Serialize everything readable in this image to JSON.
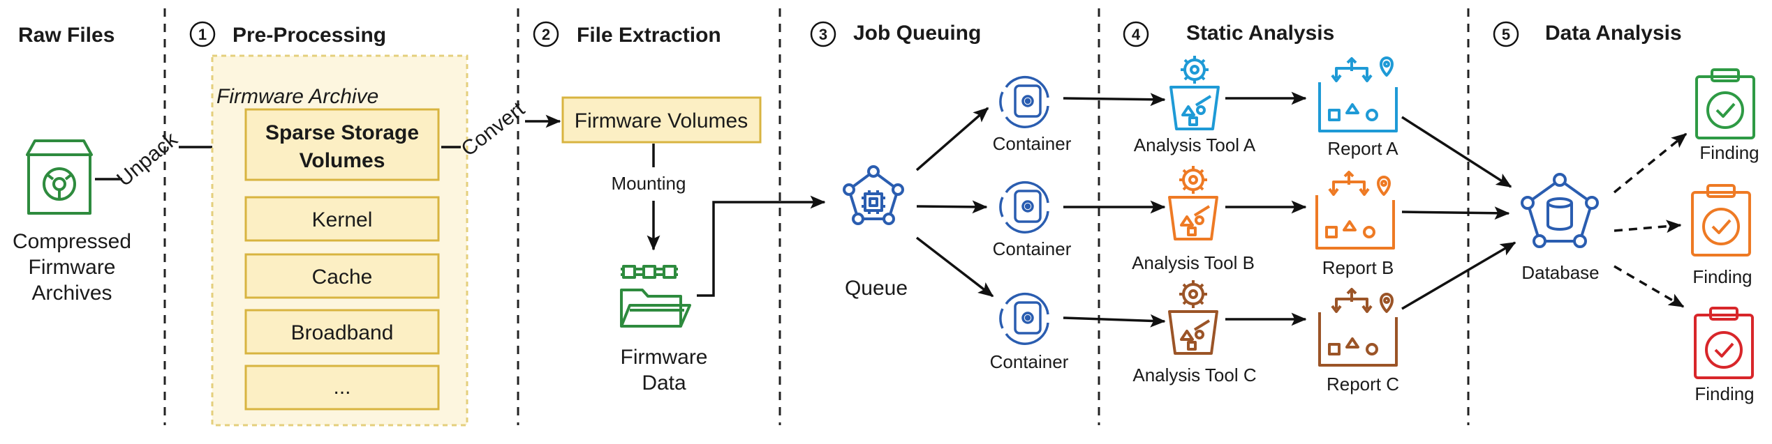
{
  "stages": [
    {
      "num": "",
      "title": "Raw Files"
    },
    {
      "num": "1",
      "title": "Pre-Processing"
    },
    {
      "num": "2",
      "title": "File Extraction"
    },
    {
      "num": "3",
      "title": "Job Queuing"
    },
    {
      "num": "4",
      "title": "Static Analysis"
    },
    {
      "num": "5",
      "title": "Data Analysis"
    }
  ],
  "raw": {
    "label_lines": [
      "Compressed",
      "Firmware",
      "Archives"
    ]
  },
  "edges": {
    "unpack": "Unpack",
    "convert": "Convert",
    "mounting": "Mounting"
  },
  "archive": {
    "title": "Firmware Archive",
    "header_lines": [
      "Sparse Storage",
      "Volumes"
    ],
    "items": [
      "Kernel",
      "Cache",
      "Broadband",
      "..."
    ]
  },
  "extraction": {
    "volumes": "Firmware Volumes",
    "data_lines": [
      "Firmware",
      "Data"
    ]
  },
  "queue": {
    "label": "Queue"
  },
  "containers": [
    "Container",
    "Container",
    "Container"
  ],
  "tools": [
    "Analysis Tool A",
    "Analysis Tool B",
    "Analysis Tool C"
  ],
  "reports": [
    "Report A",
    "Report B",
    "Report C"
  ],
  "database": {
    "label": "Database"
  },
  "findings": [
    "Finding",
    "Finding",
    "Finding"
  ],
  "colors": {
    "raw_green": "#2e8b3e",
    "blue": "#2a5db0",
    "tool_a": "#1e9ad6",
    "tool_b": "#ee7a24",
    "tool_c": "#9b5427",
    "finding_a": "#2e9a44",
    "finding_b": "#ee7a24",
    "finding_c": "#d8262a"
  }
}
